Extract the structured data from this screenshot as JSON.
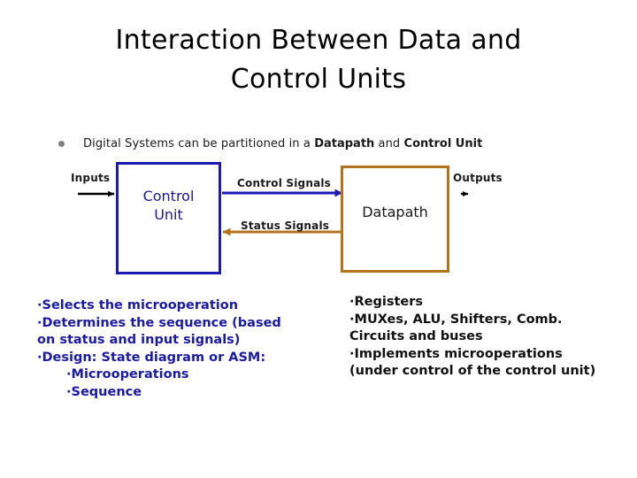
{
  "slide": {
    "title_lines": [
      "Interaction Between Data and",
      "Control Units"
    ],
    "lead_bullet": {
      "bullet_icon": "bullet-dot-icon",
      "text_prefix": "Digital Systems can be partitioned in a ",
      "bold_1": "Datapath",
      "text_middle": " and ",
      "bold_2": "Control Unit"
    }
  },
  "diagram": {
    "control_unit_box": {
      "label_line1": "Control",
      "label_line2": "Unit",
      "border_color": "#1a1ab4",
      "text_color": "#18189c"
    },
    "datapath_box": {
      "label": "Datapath",
      "border_color": "#b5721c",
      "text_color": "#1a1a1a"
    },
    "inputs_label": "Inputs",
    "outputs_label": "Outputs",
    "control_signals_label": "Control Signals",
    "status_signals_label": "Status Signals",
    "arrow_colors": {
      "inputs": "#000000",
      "outputs": "#000000",
      "control_signals": "#1a1ab4",
      "status_signals": "#b5721c"
    }
  },
  "notes_left": {
    "color": "#1a1aa8",
    "lines": [
      "·Selects the microoperation",
      "·Determines the sequence (based",
      "on status and input signals)",
      "·Design: State diagram or ASM:"
    ],
    "sub_lines": [
      "·Microoperations",
      "·Sequence"
    ]
  },
  "notes_right": {
    "color": "#111111",
    "lines": [
      "·Registers",
      "·MUXes, ALU, Shifters, Comb.",
      "Circuits and buses",
      "·Implements microoperations",
      "(under control of the control unit)"
    ]
  }
}
